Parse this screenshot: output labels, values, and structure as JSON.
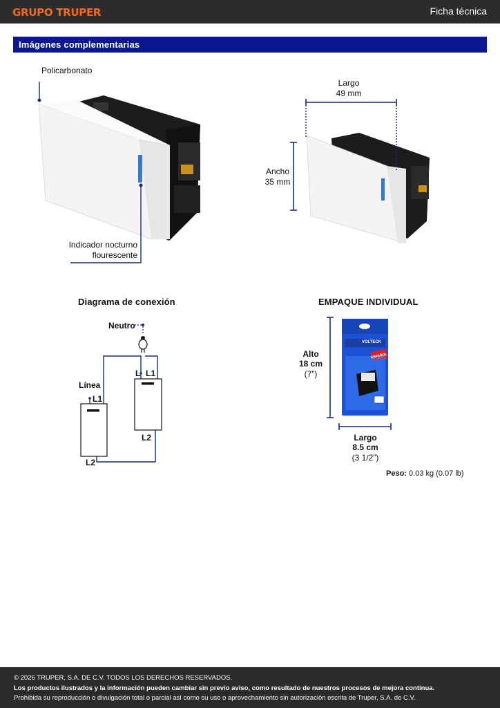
{
  "header": {
    "logo": "GRUPO TRUPER",
    "title": "Ficha técnica"
  },
  "section": {
    "title": "Imágenes complementarias"
  },
  "product_callouts": {
    "material": "Policarbonato",
    "indicator_line1": "Indicador nocturno",
    "indicator_line2": "flourescente"
  },
  "dimensions": {
    "length_label": "Largo",
    "length_value": "49 mm",
    "width_label": "Ancho",
    "width_value": "35 mm"
  },
  "wiring": {
    "title": "Diagrama de conexión",
    "neutral": "Neutro",
    "line": "Línea",
    "switch1_top": "L1",
    "switch1_bottom": "L2",
    "switch2_top_left": "L",
    "switch2_top_right": "L1",
    "switch2_bottom": "L2"
  },
  "packaging": {
    "title": "EMPAQUE INDIVIDUAL",
    "height_label": "Alto",
    "height_value": "18 cm",
    "height_inches": "(7”)",
    "length_label": "Largo",
    "length_value": "8.5 cm",
    "length_inches": "(3 1/2”)",
    "brand": "VOLTECK",
    "language_badge": "ESPAÑOL"
  },
  "weight": {
    "label": "Peso:",
    "value": "0.03 kg (0.07 lb)"
  },
  "footer": {
    "copyright": "© 2026 TRUPER, S.A. DE C.V. TODOS LOS DERECHOS RESERVADOS.",
    "disclaimer": "Los productos ilustrados y la información pueden cambiar sin previo aviso, como resultado de nuestros procesos de mejora continua.",
    "prohibition": "Prohibida su reproducción o divulgación total o parcial así como su uso o aprovechamiento sin autorización escrita de Truper, S.A. de C.V."
  },
  "colors": {
    "brand_orange": "#f26a21",
    "header_dark": "#2b2b2b",
    "section_blue": "#0a1890",
    "dimension_navy": "#1a2a80",
    "indicator_blue": "#3a78c8"
  }
}
